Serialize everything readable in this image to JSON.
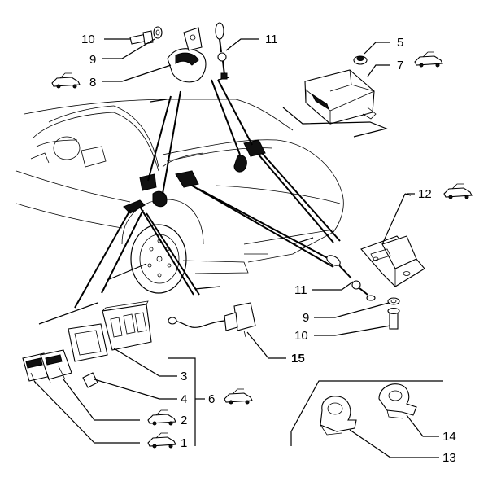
{
  "callouts": {
    "c1": "1",
    "c2": "2",
    "c3": "3",
    "c4": "4",
    "c5": "5",
    "c6": "6",
    "c7": "7",
    "c8": "8",
    "c9_top": "9",
    "c9_bottom": "9",
    "c10_top": "10",
    "c10_bottom": "10",
    "c11_top": "11",
    "c11_bottom": "11",
    "c12": "12",
    "c13": "13",
    "c14": "14",
    "c15": "15"
  },
  "icons": {
    "variant_symbol": "convertible-car-icon"
  },
  "colors": {
    "ink": "#000000",
    "paper": "#ffffff"
  }
}
